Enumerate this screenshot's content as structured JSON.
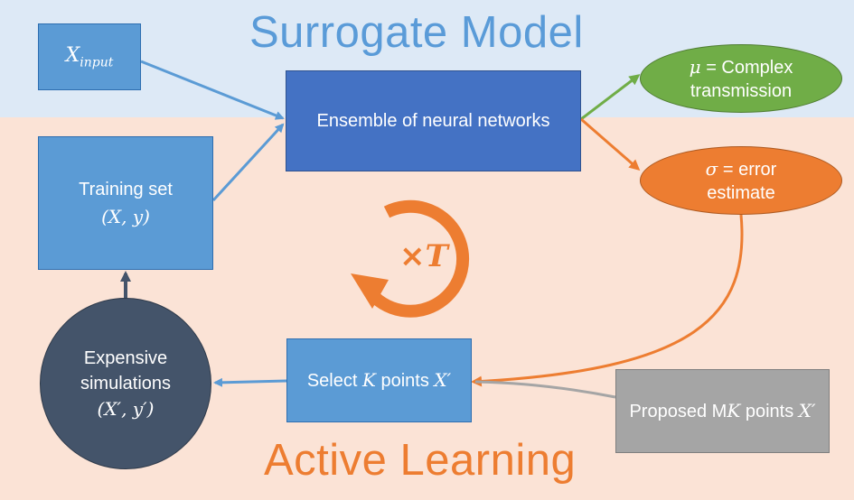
{
  "titles": {
    "surrogate": "Surrogate Model",
    "active": "Active Learning"
  },
  "boxes": {
    "x_input": {
      "base": "X",
      "sub": "input"
    },
    "ensemble": "Ensemble of neural networks",
    "training": {
      "line1": "Training set",
      "line2": "(X, y)"
    },
    "select": {
      "pre": "Select ",
      "k": "K",
      "mid": " points ",
      "x": "X′"
    },
    "proposed": {
      "pre": "Proposed M",
      "k": "K",
      "mid": " points ",
      "x": "X′"
    }
  },
  "ellipses": {
    "mu": {
      "symbol": "μ",
      "eq": " = Complex",
      "line2": "transmission"
    },
    "sigma": {
      "symbol": "σ",
      "eq": " = error",
      "line2": "estimate"
    }
  },
  "expensive": {
    "line1": "Expensive",
    "line2": "simulations",
    "line3": "(X′, y′)"
  },
  "loop": {
    "times": "×",
    "T": "T"
  },
  "colors": {
    "top_band": "#dde9f6",
    "bottom_band": "#fbe3d6",
    "arrow_blue": "#5b9bd5",
    "arrow_orange": "#ed7d31",
    "arrow_green": "#70ad47",
    "arrow_gray": "#a5a5a5",
    "arrow_dark": "#44546a"
  }
}
